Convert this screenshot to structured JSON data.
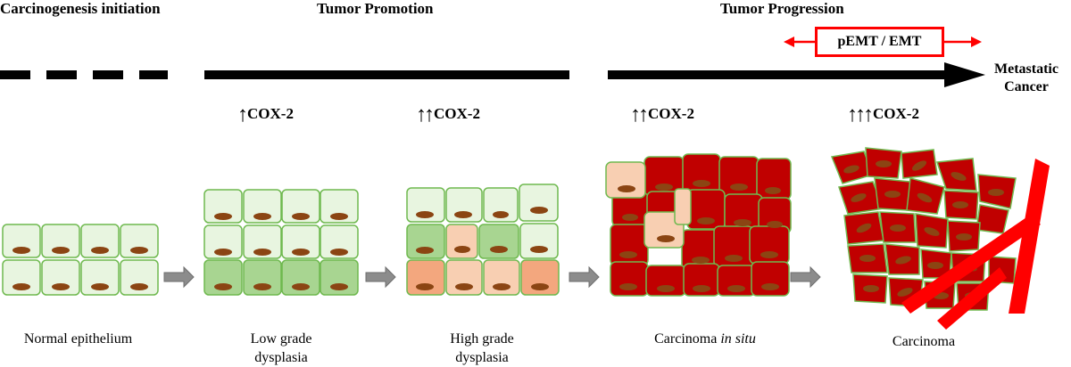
{
  "stages": {
    "initiation": "Carcinogenesis initiation",
    "promotion": "Tumor Promotion",
    "progression": "Tumor Progression"
  },
  "emt_label": "pEMT / EMT",
  "metastatic": {
    "line1": "Metastatic",
    "line2": "Cancer"
  },
  "cox": [
    {
      "arrows": "↑",
      "label": "COX-2"
    },
    {
      "arrows": "↑↑",
      "label": "COX-2"
    },
    {
      "arrows": "↑↑",
      "label": "COX-2"
    },
    {
      "arrows": "↑↑↑",
      "label": "COX-2"
    }
  ],
  "captions": {
    "normal": "Normal epithelium",
    "low_1": "Low grade",
    "low_2": "dysplasia",
    "high_1": "High grade",
    "high_2": "dysplasia",
    "cis_main": "Carcinoma ",
    "cis_italic": "in situ",
    "carcinoma": "Carcinoma"
  },
  "colors": {
    "normal_cell": "#e8f5e0",
    "green_cell": "#a8d591",
    "cell_border": "#6fb94f",
    "light_orange": "#f8cfb2",
    "orange_cell": "#f3a77e",
    "red_cell": "#c00000",
    "nucleus": "#8b4513",
    "vessel": "#ff0000",
    "flow_arrow": "#8c8c8c",
    "emt": "#ff0000"
  }
}
